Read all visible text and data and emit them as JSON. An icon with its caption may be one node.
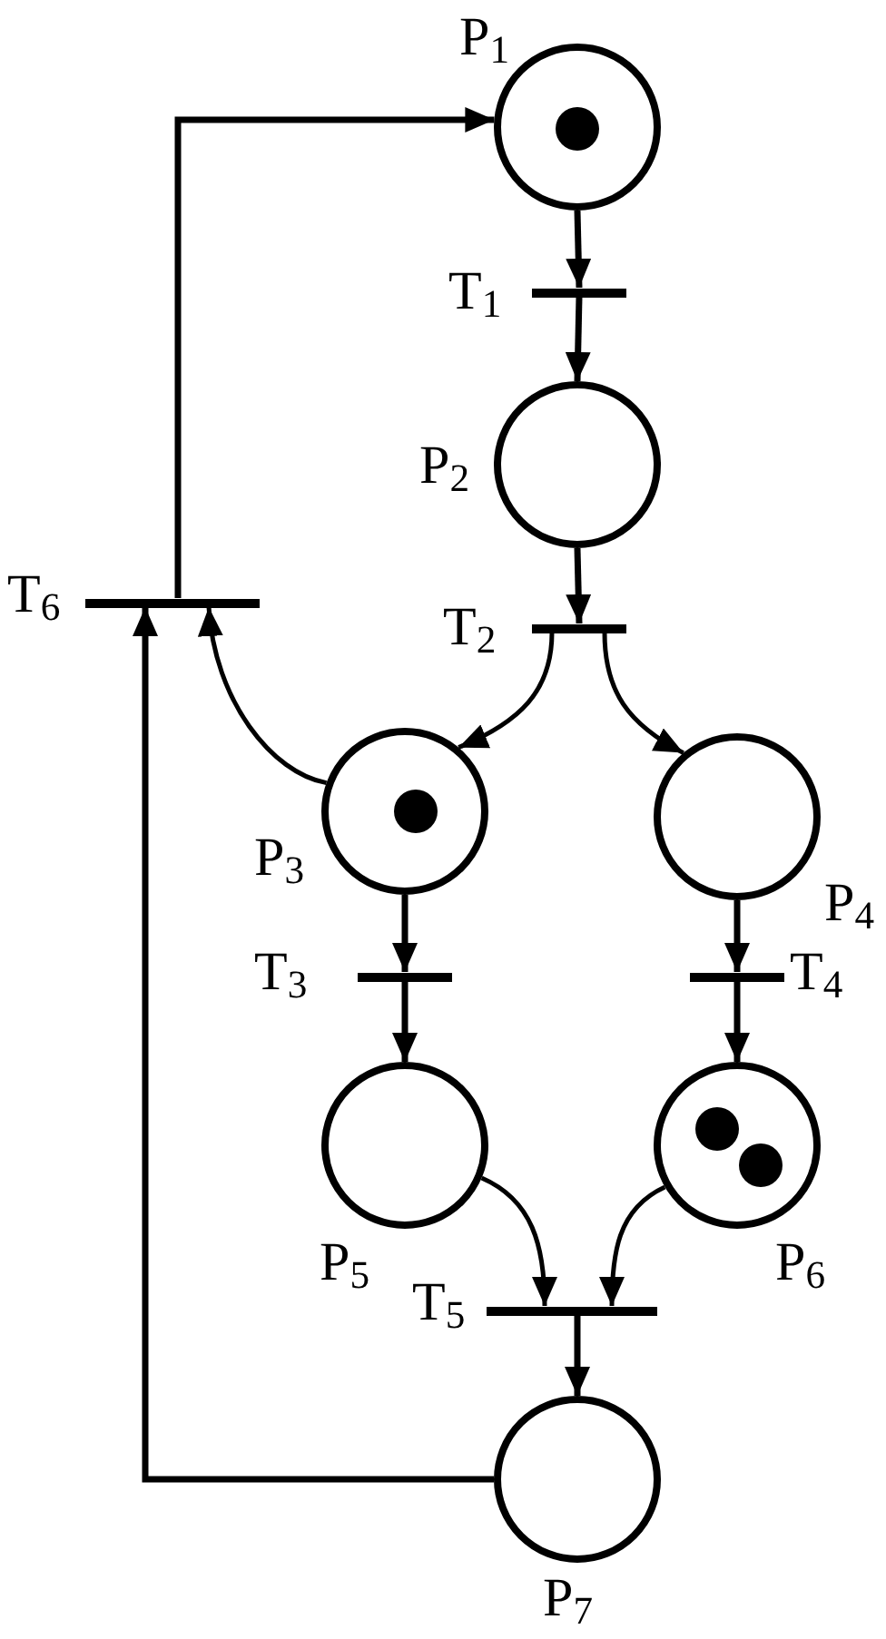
{
  "diagram": {
    "nodes": [
      {
        "text": [],
        "shape": "circle",
        "beside": [
          "P$_{1}$"
        ]
      },
      {
        "text": [],
        "shape": "dot",
        "in": 0
      },
      {
        "text": [],
        "shape": "bar",
        "beside": [
          "T$_{1}$"
        ]
      },
      {
        "text": [],
        "shape": "circle",
        "beside": [
          "P$_{2}$"
        ]
      },
      {
        "text": [],
        "shape": "bar",
        "beside": [
          "T$_{6}$"
        ]
      },
      {
        "text": [],
        "shape": "bar",
        "beside": [
          "T$_{2}$"
        ]
      },
      {
        "text": [],
        "shape": "circle",
        "beside": [
          "P$_{3}$"
        ]
      },
      {
        "text": [],
        "shape": "dot",
        "in": 6
      },
      {
        "text": [],
        "shape": "circle",
        "beside": [
          "P$_{4}$"
        ]
      },
      {
        "text": [],
        "shape": "bar",
        "beside": [
          "T$_{3}$"
        ]
      },
      {
        "text": [],
        "shape": "bar",
        "beside": [
          "T$_{4}$"
        ]
      },
      {
        "text": [],
        "shape": "circle",
        "beside": [
          "P$_{5}$"
        ]
      },
      {
        "text": [],
        "shape": "circle",
        "beside": [
          "P$_{6}$"
        ]
      },
      {
        "text": [],
        "shape": "dot",
        "in": 12
      },
      {
        "text": [],
        "shape": "dot",
        "in": 12
      },
      {
        "text": [],
        "shape": "bar",
        "beside": [
          "T$_{5}$"
        ]
      },
      {
        "text": [],
        "shape": "circle",
        "beside": [
          "P$_{7}$"
        ]
      }
    ],
    "edges": [
      {
        "from": 0,
        "to": 2,
        "arrow": "to"
      },
      {
        "from": 2,
        "to": 3,
        "arrow": "to"
      },
      {
        "from": 3,
        "to": 5,
        "arrow": "to"
      },
      {
        "from": 5,
        "to": 6,
        "arrow": "to"
      },
      {
        "from": 5,
        "to": 8,
        "arrow": "to"
      },
      {
        "from": 6,
        "to": 4,
        "arrow": "to"
      },
      {
        "from": 6,
        "to": 9,
        "arrow": "to"
      },
      {
        "from": 9,
        "to": 11,
        "arrow": "to"
      },
      {
        "from": 8,
        "to": 10,
        "arrow": "to"
      },
      {
        "from": 10,
        "to": 12,
        "arrow": "to"
      },
      {
        "from": 11,
        "to": 15,
        "arrow": "to"
      },
      {
        "from": 12,
        "to": 15,
        "arrow": "to"
      },
      {
        "from": 15,
        "to": 16,
        "arrow": "to"
      },
      {
        "from": 16,
        "to": 4,
        "arrow": "to"
      },
      {
        "from": 4,
        "to": 0,
        "arrow": "to"
      }
    ]
  }
}
